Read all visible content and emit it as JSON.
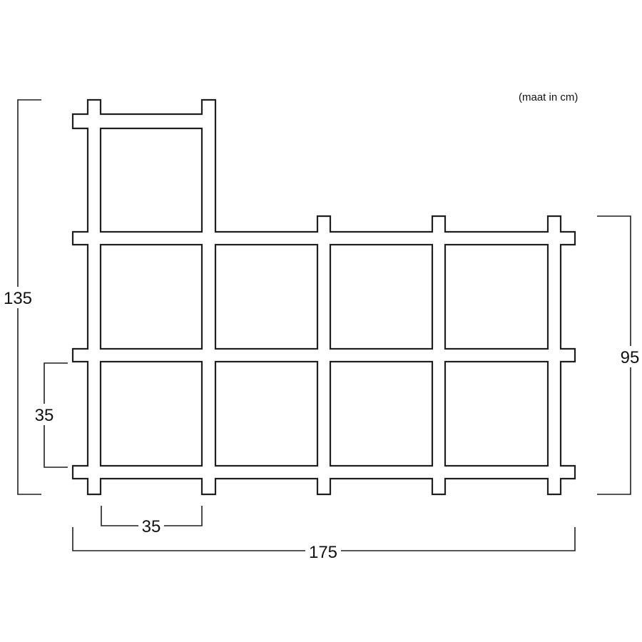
{
  "unit_note": "(maat in cm)",
  "dimensions": {
    "total_height": "135",
    "right_height": "95",
    "cell_height": "35",
    "cell_width": "35",
    "total_width": "175"
  },
  "shelf": {
    "top_row_cells": 1,
    "lower_rows": 2,
    "cells_per_lower_row": 4
  }
}
